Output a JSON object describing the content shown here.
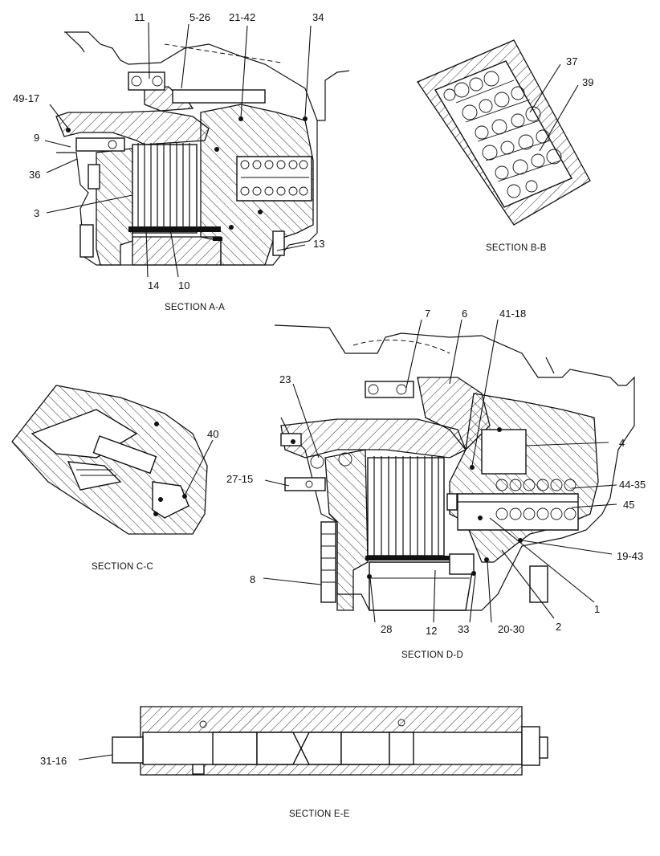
{
  "sections": {
    "a": {
      "caption": "SECTION A-A",
      "labels": [
        "11",
        "5-26",
        "21-42",
        "34",
        "49-17",
        "9",
        "36",
        "3",
        "13",
        "14",
        "10"
      ]
    },
    "b": {
      "caption": "SECTION B-B",
      "labels": [
        "37",
        "39"
      ]
    },
    "c": {
      "caption": "SECTION C-C",
      "labels": [
        "40"
      ]
    },
    "d": {
      "caption": "SECTION D-D",
      "labels": [
        "7",
        "6",
        "41-18",
        "23",
        "4",
        "27-15",
        "44-35",
        "45",
        "19-43",
        "1",
        "8",
        "28",
        "12",
        "33",
        "20-30",
        "2"
      ]
    },
    "e": {
      "caption": "SECTION E-E",
      "labels": [
        "31-16"
      ]
    }
  }
}
